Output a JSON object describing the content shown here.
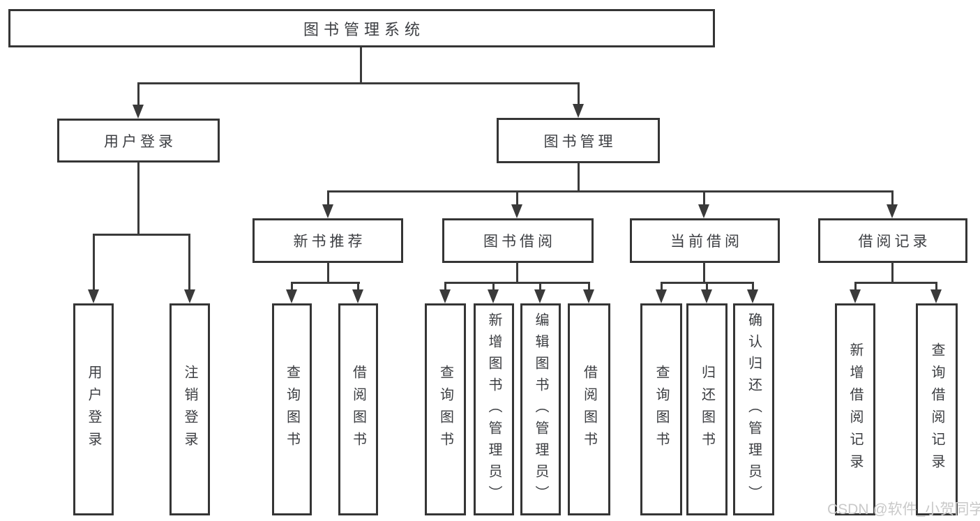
{
  "diagram_type": "tree-diagram",
  "nodes": {
    "root": "图书管理系统",
    "user_login": "用户登录",
    "book_management": "图书管理",
    "new_book_recommend": "新书推荐",
    "book_borrowing": "图书借阅",
    "current_borrowing": "当前借阅",
    "borrowing_records": "借阅记录",
    "leaf_user_login": "用户登录",
    "leaf_logout": "注销登录",
    "recommend_query_books": "查询图书",
    "recommend_borrow_books": "借阅图书",
    "borrowing_query_books": "查询图书",
    "borrowing_add_books_admin": "新增图书（管理员）",
    "borrowing_edit_books_admin": "编辑图书（管理员）",
    "borrowing_borrow_books": "借阅图书",
    "current_query_books": "查询图书",
    "current_return_books": "归还图书",
    "current_confirm_return_admin": "确认归还（管理员）",
    "records_add_record": "新增借阅记录",
    "records_query_record": "查询借阅记录"
  },
  "watermark": "CSDN @软件_小贺同学",
  "colors": {
    "line": "#3a3a3a",
    "box_border": "#353535",
    "text": "#3c3e42",
    "watermark": "#c9c9c9",
    "background": "#ffffff"
  }
}
